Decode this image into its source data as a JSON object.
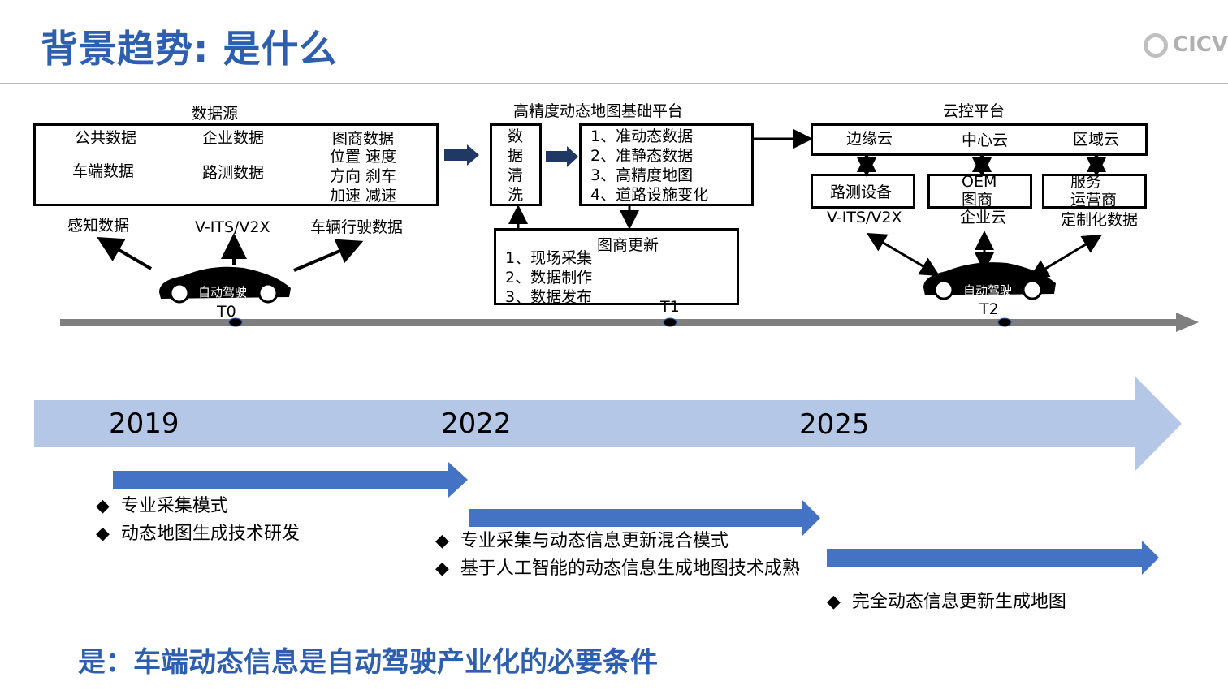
{
  "title": "背景趋势: 是什么",
  "logo": "CICV",
  "source": {
    "label": "数据源",
    "items": [
      "公共数据",
      "企业数据",
      "图商数据",
      "车端数据",
      "路测数据"
    ],
    "map_details": [
      "位置 速度",
      "方向 刹车",
      "加速 减速"
    ]
  },
  "car_outputs": [
    "感知数据",
    "V-ITS/V2X",
    "车辆行驶数据"
  ],
  "car_label": "自动驾驶",
  "platform": {
    "label": "高精度动态地图基础平台",
    "clean": [
      "数",
      "据",
      "清",
      "洗"
    ],
    "items": [
      "1、准动态数据",
      "2、准静态数据",
      "3、高精度地图",
      "4、道路设施变化"
    ]
  },
  "update": {
    "label": "图商更新",
    "items": [
      "1、现场采集",
      "2、数据制作",
      "3、数据发布"
    ]
  },
  "cloud": {
    "label": "云控平台",
    "top": [
      "边缘云",
      "中心云",
      "区域云"
    ],
    "boxes": [
      [
        "路测设备"
      ],
      [
        "OEM",
        "图商"
      ],
      [
        "服务",
        "运营商"
      ]
    ],
    "under": [
      "V-ITS/V2X",
      "企业云",
      "定制化数据"
    ]
  },
  "timeline": {
    "points": [
      "T0",
      "T1",
      "T2"
    ]
  },
  "years": [
    "2019",
    "2022",
    "2025"
  ],
  "phases": [
    {
      "bullets": [
        "专业采集模式",
        "动态地图生成技术研发"
      ]
    },
    {
      "bullets": [
        "专业采集与动态信息更新混合模式",
        "基于人工智能的动态信息生成地图技术成熟"
      ]
    },
    {
      "bullets": [
        "完全动态信息更新生成地图"
      ]
    }
  ],
  "bullet_glyph": "◆",
  "conclusion": "是：车端动态信息是自动驾驶产业化的必要条件",
  "colors": {
    "title": "#2e5fae",
    "band": "#b4c7e7",
    "phase_arrow": "#4472c4",
    "timeline": "#7f7f7f"
  }
}
